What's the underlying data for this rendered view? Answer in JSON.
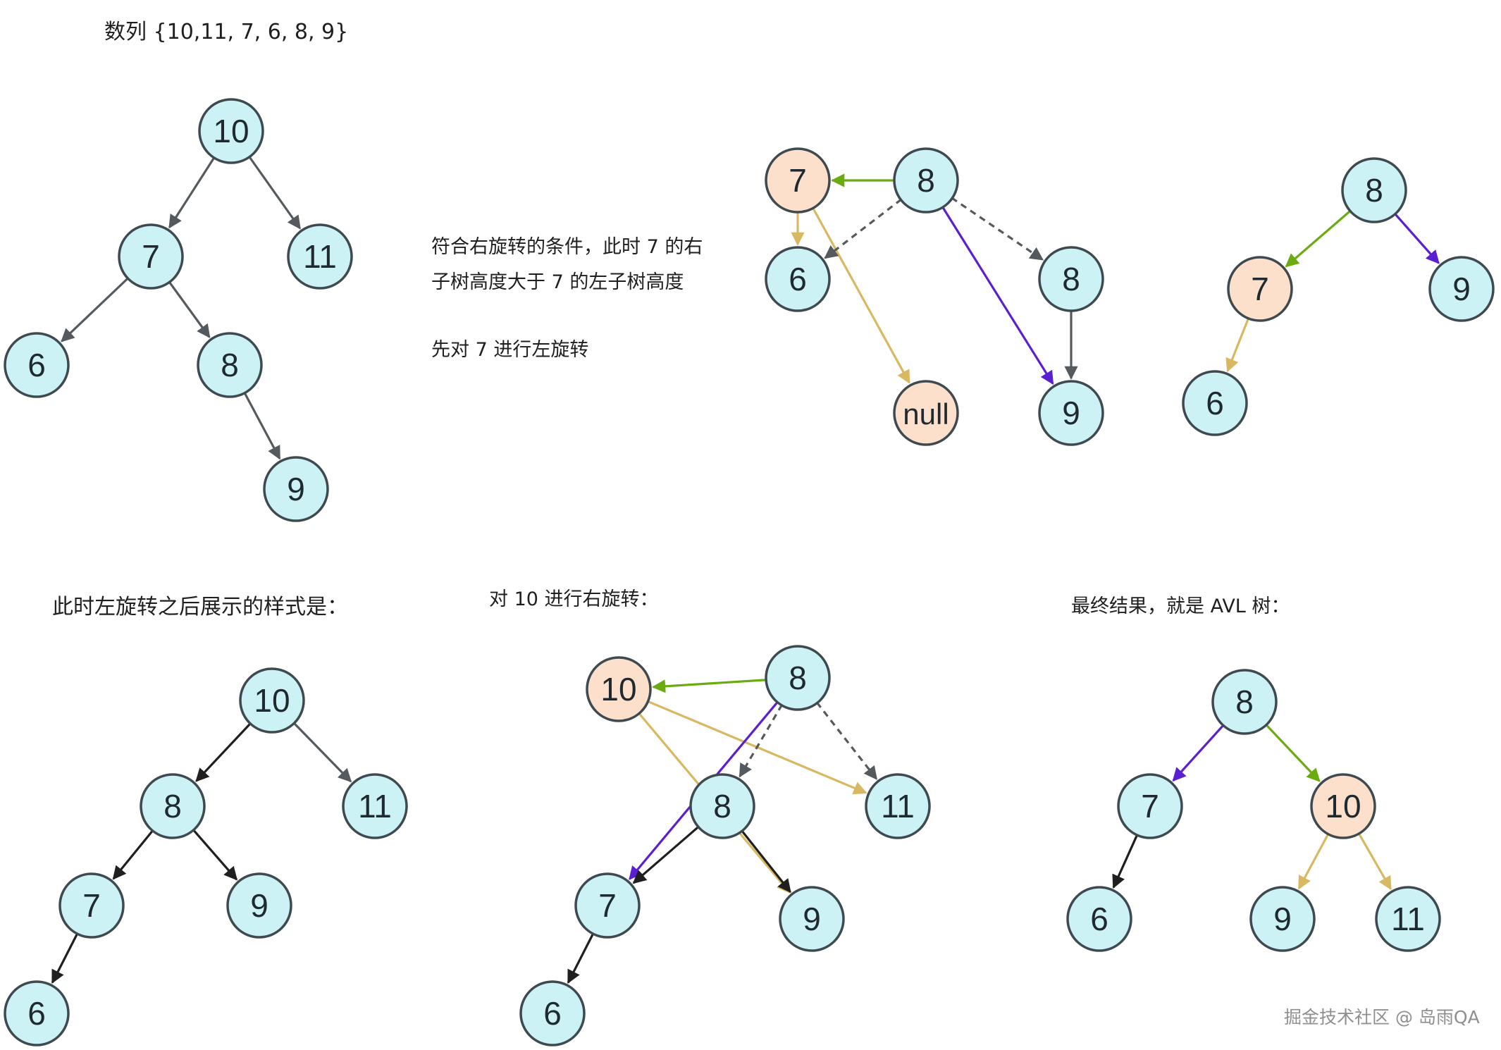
{
  "colors": {
    "node_fill": "#cdf2f5",
    "node_fill_highlight": "#fde0cc",
    "node_stroke": "#3e4a4f",
    "edge_gray": "#555a5e",
    "edge_black": "#1f1f1f",
    "edge_green": "#6aab10",
    "edge_purple": "#5a1fd0",
    "edge_yellow": "#d9b862"
  },
  "captions": {
    "sequence": "数列 {10,11, 7, 6, 8, 9}",
    "condition_line1": "符合右旋转的条件，此时 7 的右",
    "condition_line2": "子树高度大于 7 的左子树高度",
    "left_rotate_first": "先对 7 进行左旋转",
    "after_left_rotate": "此时左旋转之后展示的样式是：",
    "right_rotate_10": "对 10 进行右旋转：",
    "final_result": "最终结果，就是 AVL 树："
  },
  "watermark": "掘金技术社区 @ 岛雨QA",
  "nodes": [
    {
      "id": "a10",
      "label": "10",
      "hl": false
    },
    {
      "id": "a7",
      "label": "7",
      "hl": false
    },
    {
      "id": "a11",
      "label": "11",
      "hl": false
    },
    {
      "id": "a6",
      "label": "6",
      "hl": false
    },
    {
      "id": "a8",
      "label": "8",
      "hl": false
    },
    {
      "id": "a9",
      "label": "9",
      "hl": false
    },
    {
      "id": "b7",
      "label": "7",
      "hl": true
    },
    {
      "id": "b8",
      "label": "8",
      "hl": false
    },
    {
      "id": "b6",
      "label": "6",
      "hl": false
    },
    {
      "id": "b8b",
      "label": "8",
      "hl": false
    },
    {
      "id": "bnull",
      "label": "null",
      "hl": true
    },
    {
      "id": "b9",
      "label": "9",
      "hl": false
    },
    {
      "id": "c8",
      "label": "8",
      "hl": false
    },
    {
      "id": "c7",
      "label": "7",
      "hl": true
    },
    {
      "id": "c9",
      "label": "9",
      "hl": false
    },
    {
      "id": "c6",
      "label": "6",
      "hl": false
    },
    {
      "id": "d10",
      "label": "10",
      "hl": false
    },
    {
      "id": "d8",
      "label": "8",
      "hl": false
    },
    {
      "id": "d11",
      "label": "11",
      "hl": false
    },
    {
      "id": "d7",
      "label": "7",
      "hl": false
    },
    {
      "id": "d9",
      "label": "9",
      "hl": false
    },
    {
      "id": "d6",
      "label": "6",
      "hl": false
    },
    {
      "id": "e10",
      "label": "10",
      "hl": true
    },
    {
      "id": "e8",
      "label": "8",
      "hl": false
    },
    {
      "id": "e8b",
      "label": "8",
      "hl": false
    },
    {
      "id": "e11",
      "label": "11",
      "hl": false
    },
    {
      "id": "e7",
      "label": "7",
      "hl": false
    },
    {
      "id": "e9",
      "label": "9",
      "hl": false
    },
    {
      "id": "e6",
      "label": "6",
      "hl": false
    },
    {
      "id": "f8",
      "label": "8",
      "hl": false
    },
    {
      "id": "f7",
      "label": "7",
      "hl": false
    },
    {
      "id": "f10",
      "label": "10",
      "hl": true
    },
    {
      "id": "f6",
      "label": "6",
      "hl": false
    },
    {
      "id": "f9",
      "label": "9",
      "hl": false
    },
    {
      "id": "f11",
      "label": "11",
      "hl": false
    }
  ],
  "edges": [
    {
      "from": "a10",
      "to": "a7",
      "color": "edge_gray",
      "style": "solid"
    },
    {
      "from": "a10",
      "to": "a11",
      "color": "edge_gray",
      "style": "solid"
    },
    {
      "from": "a7",
      "to": "a6",
      "color": "edge_gray",
      "style": "solid"
    },
    {
      "from": "a7",
      "to": "a8",
      "color": "edge_gray",
      "style": "solid"
    },
    {
      "from": "a8",
      "to": "a9",
      "color": "edge_gray",
      "style": "solid"
    },
    {
      "from": "b8",
      "to": "b7",
      "color": "edge_green",
      "style": "solid"
    },
    {
      "from": "b7",
      "to": "b6",
      "color": "edge_yellow",
      "style": "solid"
    },
    {
      "from": "b7",
      "to": "bnull",
      "color": "edge_yellow",
      "style": "solid"
    },
    {
      "from": "b8",
      "to": "b6",
      "color": "edge_gray",
      "style": "dashed"
    },
    {
      "from": "b8",
      "to": "b8b",
      "color": "edge_gray",
      "style": "dashed"
    },
    {
      "from": "b8",
      "to": "b9",
      "color": "edge_purple",
      "style": "solid"
    },
    {
      "from": "b8b",
      "to": "b9",
      "color": "edge_gray",
      "style": "solid"
    },
    {
      "from": "c8",
      "to": "c7",
      "color": "edge_green",
      "style": "solid"
    },
    {
      "from": "c8",
      "to": "c9",
      "color": "edge_purple",
      "style": "solid"
    },
    {
      "from": "c7",
      "to": "c6",
      "color": "edge_yellow",
      "style": "solid"
    },
    {
      "from": "d10",
      "to": "d8",
      "color": "edge_black",
      "style": "solid"
    },
    {
      "from": "d10",
      "to": "d11",
      "color": "edge_gray",
      "style": "solid"
    },
    {
      "from": "d8",
      "to": "d7",
      "color": "edge_black",
      "style": "solid"
    },
    {
      "from": "d8",
      "to": "d9",
      "color": "edge_black",
      "style": "solid"
    },
    {
      "from": "d7",
      "to": "d6",
      "color": "edge_black",
      "style": "solid"
    },
    {
      "from": "e8",
      "to": "e10",
      "color": "edge_green",
      "style": "solid"
    },
    {
      "from": "e10",
      "to": "e11",
      "color": "edge_yellow",
      "style": "solid"
    },
    {
      "from": "e10",
      "to": "e9",
      "color": "edge_yellow",
      "style": "solid"
    },
    {
      "from": "e8",
      "to": "e7",
      "color": "edge_purple",
      "style": "solid"
    },
    {
      "from": "e8",
      "to": "e8b",
      "color": "edge_gray",
      "style": "dashed"
    },
    {
      "from": "e8",
      "to": "e11",
      "color": "edge_gray",
      "style": "dashed"
    },
    {
      "from": "e8b",
      "to": "e7",
      "color": "edge_black",
      "style": "solid"
    },
    {
      "from": "e8b",
      "to": "e9",
      "color": "edge_black",
      "style": "solid"
    },
    {
      "from": "e7",
      "to": "e6",
      "color": "edge_black",
      "style": "solid"
    },
    {
      "from": "f8",
      "to": "f7",
      "color": "edge_purple",
      "style": "solid"
    },
    {
      "from": "f8",
      "to": "f10",
      "color": "edge_green",
      "style": "solid"
    },
    {
      "from": "f7",
      "to": "f6",
      "color": "edge_black",
      "style": "solid"
    },
    {
      "from": "f10",
      "to": "f9",
      "color": "edge_yellow",
      "style": "solid"
    },
    {
      "from": "f10",
      "to": "f11",
      "color": "edge_yellow",
      "style": "solid"
    }
  ]
}
